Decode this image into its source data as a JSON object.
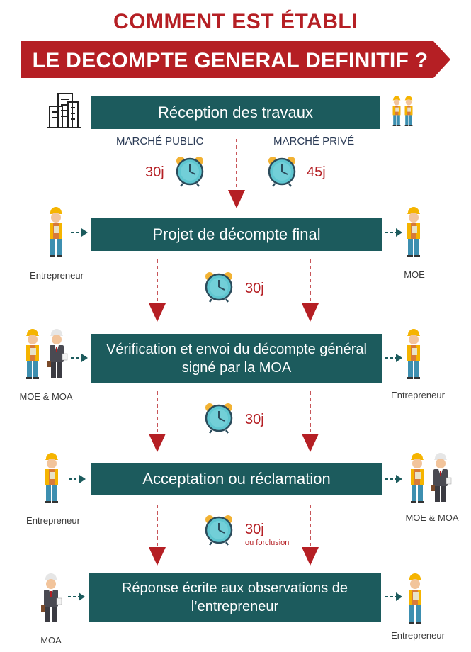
{
  "header": {
    "title": "COMMENT EST ÉTABLI",
    "banner": "LE DECOMPTE GENERAL DEFINITIF ?"
  },
  "colors": {
    "red": "#b51f24",
    "teal": "#1c5b5d",
    "clock": "#5fc6d0"
  },
  "steps": [
    {
      "label": "Réception des travaux"
    },
    {
      "label": "Projet de décompte final",
      "left_actor": "Entrepreneur",
      "right_actor": "MOE"
    },
    {
      "label": "Vérification et envoi du décompte général signé par la MOA",
      "left_actor": "MOE & MOA",
      "right_actor": "Entrepreneur"
    },
    {
      "label": "Acceptation ou réclamation",
      "left_actor": "Entrepreneur",
      "right_actor": "MOE & MOA"
    },
    {
      "label": "Réponse écrite aux observations de l’entrepreneur",
      "left_actor": "MOA",
      "right_actor": "Entrepreneur"
    }
  ],
  "markets": {
    "public": {
      "label": "MARCHÉ PUBLIC",
      "delay": "30j"
    },
    "private": {
      "label": "MARCHÉ PRIVÉ",
      "delay": "45j"
    }
  },
  "delays": [
    {
      "value": "30j"
    },
    {
      "value": "30j"
    },
    {
      "value": "30j",
      "note": "ou forclusion"
    }
  ],
  "icons": [
    "building-icon",
    "workers-icon",
    "worker-icon",
    "manager-icon",
    "clock-icon",
    "arrow-down-icon",
    "dashed-arrow-right-icon"
  ]
}
